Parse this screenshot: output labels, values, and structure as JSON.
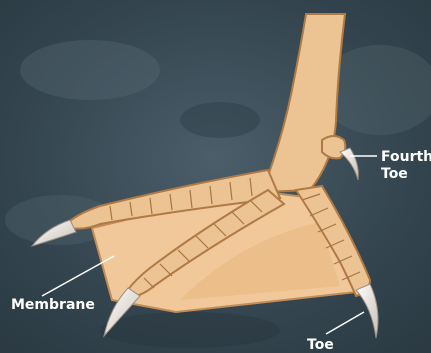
{
  "labels": {
    "fourth_toe_line1": "Fourth",
    "fourth_toe_line2": "Toe",
    "toe": "Toe",
    "membrane": "Membrane"
  },
  "colors": {
    "background": "#3a4b55",
    "skin": "#ecc392",
    "skin_shadow": "#d9a46a",
    "scale_line": "#a8753f",
    "membrane": "#f0c89a",
    "claw": "#f4efe8",
    "label": "#ffffff"
  }
}
